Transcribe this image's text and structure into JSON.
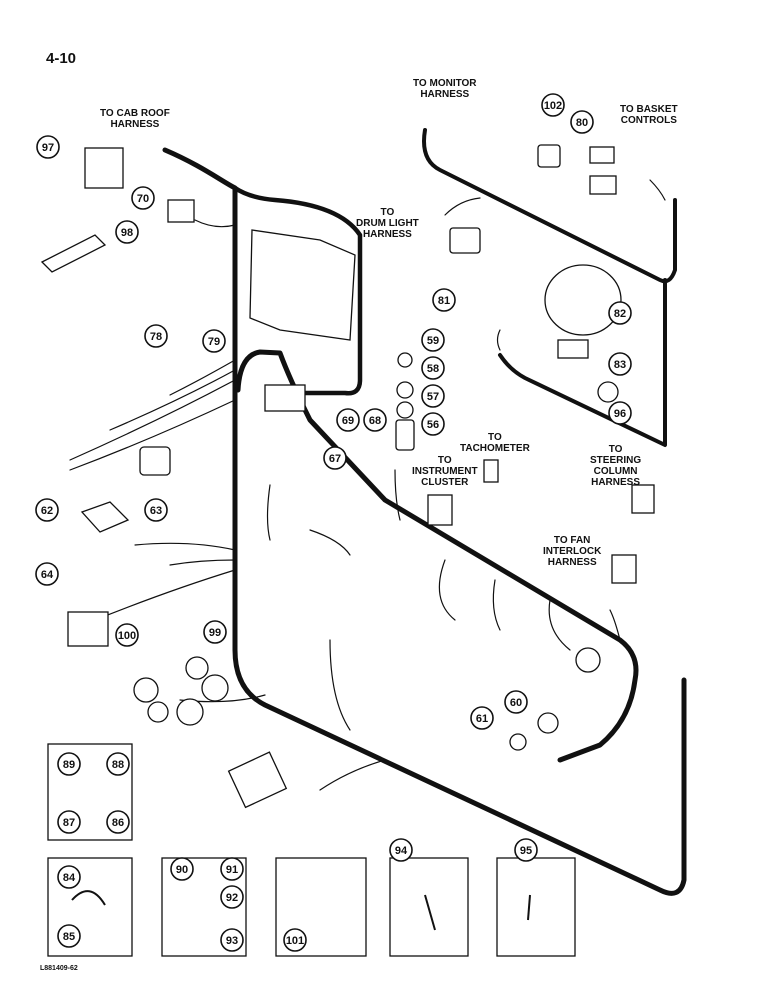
{
  "page_number": "4-10",
  "figure_id": "L881409-62",
  "labels": {
    "cab_roof": "TO CAB ROOF\nHARNESS",
    "monitor": "TO MONITOR\nHARNESS",
    "basket": "TO BASKET\nCONTROLS",
    "drum_light": "TO\nDRUM LIGHT\nHARNESS",
    "tachometer": "TO\nTACHOMETER",
    "instrument": "TO\nINSTRUMENT\nCLUSTER",
    "steering": "TO\nSTEERING\nCOLUMN\nHARNESS",
    "fan": "TO FAN\nINTERLOCK\nHARNESS"
  },
  "callouts": [
    "97",
    "98",
    "70",
    "78",
    "79",
    "62",
    "63",
    "64",
    "100",
    "99",
    "69",
    "68",
    "67",
    "102",
    "80",
    "81",
    "82",
    "83",
    "96",
    "59",
    "58",
    "57",
    "56",
    "60",
    "61",
    "89",
    "88",
    "87",
    "86",
    "84",
    "85",
    "90",
    "91",
    "92",
    "93",
    "101",
    "94",
    "95"
  ]
}
